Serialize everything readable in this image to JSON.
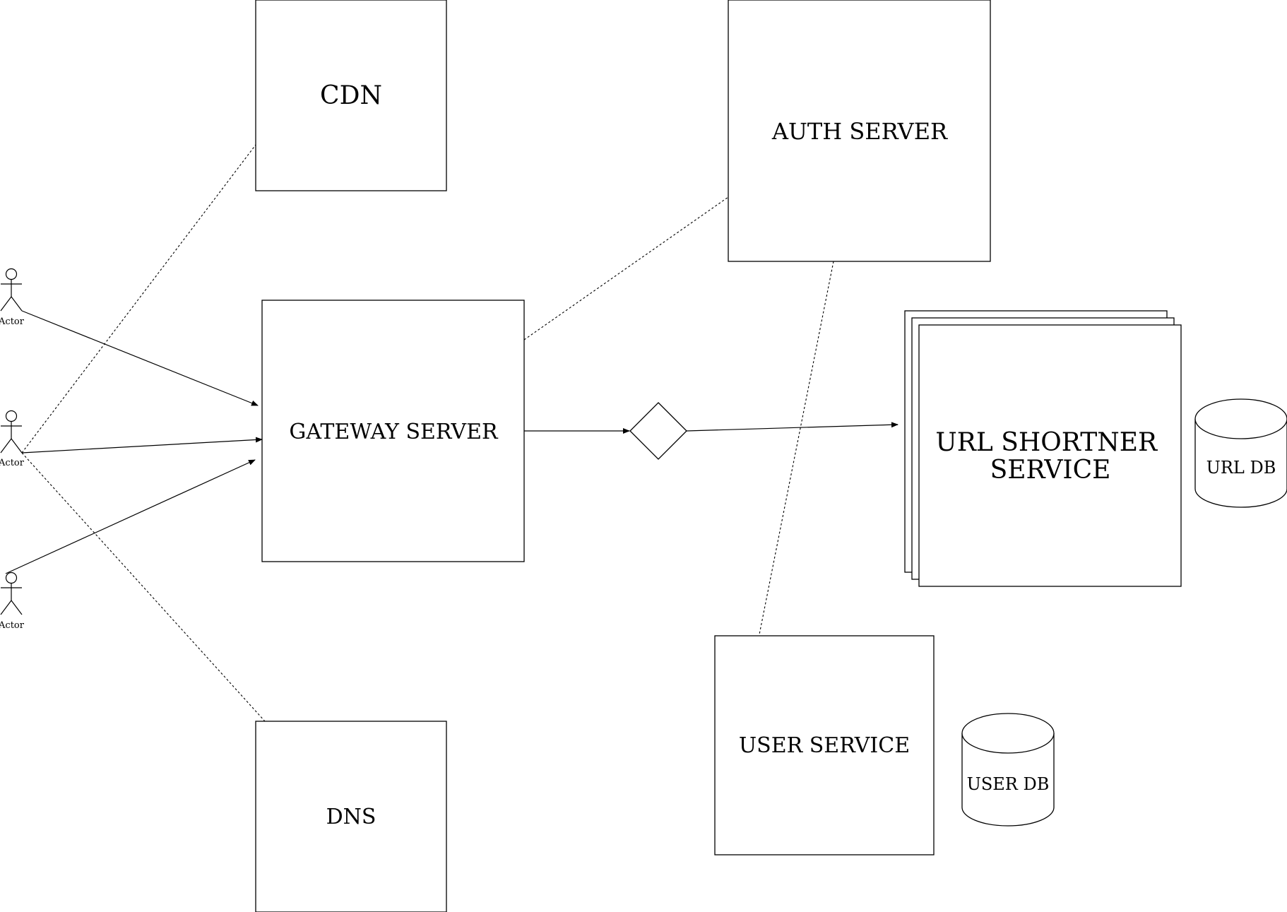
{
  "nodes": {
    "cdn": "CDN",
    "auth_server": "AUTH SERVER",
    "gateway_server": "GATEWAY SERVER",
    "url_shortner_service": [
      "URL SHORTNER",
      "SERVICE"
    ],
    "url_db": "URL DB",
    "user_service": "USER SERVICE",
    "user_db": "USER DB",
    "dns": "DNS"
  },
  "actors": [
    "Actor",
    "Actor",
    "Actor"
  ],
  "colors": {
    "stroke": "#000000",
    "background": "#ffffff"
  }
}
